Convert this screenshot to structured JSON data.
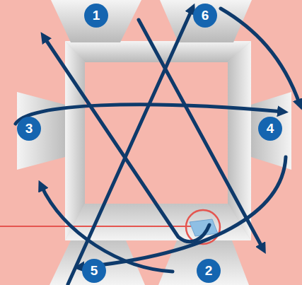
{
  "diagram": {
    "labels": [
      "1",
      "6",
      "3",
      "4",
      "5",
      "2"
    ]
  }
}
